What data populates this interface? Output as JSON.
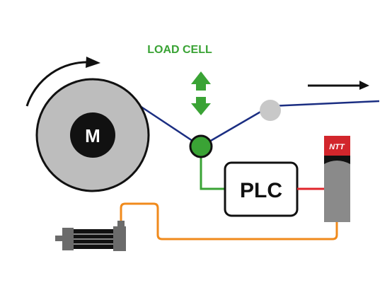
{
  "diagram": {
    "load_cell_label": "LOAD CELL",
    "motor_label": "M",
    "controller_label": "PLC",
    "drive_brand": "NTT"
  },
  "colors": {
    "web_line": "#1b2e82",
    "load_cell_green": "#3aa335",
    "signal_red": "#e0252b",
    "feedback_orange": "#f08a1c",
    "roll_gray": "#bdbdbd",
    "idler_gray": "#c8c8c8",
    "drive_gray": "#8a8a8a",
    "drive_red": "#d2262c",
    "dark": "#111111"
  },
  "icons": {
    "rotation": "curved-arrow-icon",
    "direction": "right-arrow-icon",
    "load": "up-down-arrow-icon",
    "servo": "servo-motor-icon"
  }
}
